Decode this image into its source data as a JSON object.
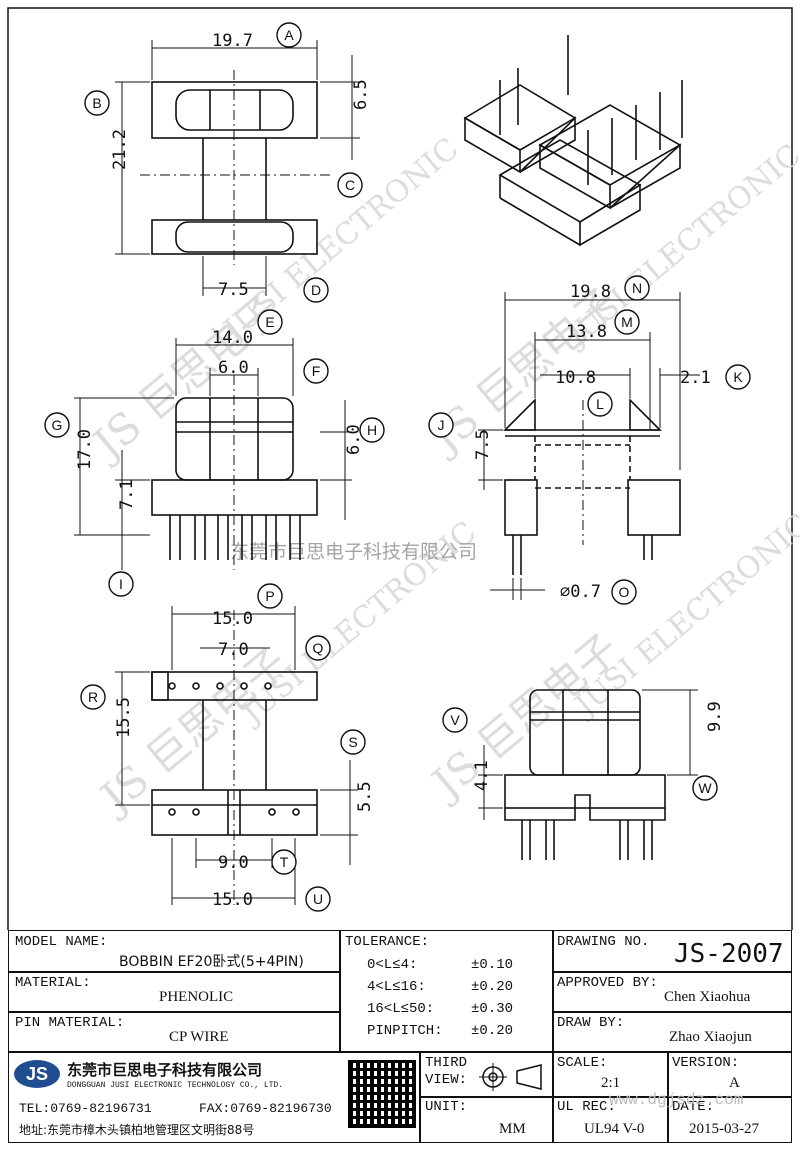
{
  "dimensions": {
    "A": "19.7",
    "B": "21.2",
    "C": "6.5",
    "D": "7.5",
    "E": "14.0",
    "F": "6.0",
    "G": "17.0",
    "H": "6.0",
    "I": "7.1",
    "N": "19.8",
    "M": "13.8",
    "L": "10.8",
    "K": "2.1",
    "J": "7.5",
    "O": "⌀0.7",
    "P": "15.0",
    "Q": "7.0",
    "R": "15.5",
    "S": "5.5",
    "T": "9.0",
    "U": "15.0",
    "V": "4.1",
    "W": "9.9"
  },
  "callouts": [
    "A",
    "B",
    "C",
    "D",
    "E",
    "F",
    "G",
    "H",
    "I",
    "J",
    "K",
    "L",
    "M",
    "N",
    "O",
    "P",
    "Q",
    "R",
    "S",
    "T",
    "U",
    "V",
    "W"
  ],
  "watermark": {
    "company_cn": "东莞市巨思电子科技有限公司",
    "brand": "JUSI ELECTRONIC",
    "logo": "JS"
  },
  "title_block": {
    "model_name_label": "MODEL NAME:",
    "model_name": "BOBBIN EF20卧式(5+4PIN)",
    "material_label": "MATERIAL:",
    "material": "PHENOLIC",
    "pin_material_label": "PIN MATERIAL:",
    "pin_material": "CP WIRE",
    "tolerance_label": "TOLERANCE:",
    "tolerance_rows": [
      {
        "range": "0<L≤4:",
        "tol": "±0.10"
      },
      {
        "range": "4<L≤16:",
        "tol": "±0.20"
      },
      {
        "range": "16<L≤50:",
        "tol": "±0.30"
      },
      {
        "range": "PINPITCH:",
        "tol": "±0.20"
      }
    ],
    "drawing_no_label": "DRAWING NO.",
    "drawing_no": "JS-2007",
    "approved_by_label": "APPROVED BY:",
    "approved_by": "Chen Xiaohua",
    "draw_by_label": "DRAW BY:",
    "draw_by": "Zhao Xiaojun",
    "company_cn": "东莞市巨思电子科技有限公司",
    "company_en": "DONGGUAN JUSI ELECTRONIC TECHNOLOGY CO., LTD.",
    "logo": "JS",
    "tel": "TEL:0769-82196731",
    "fax": "FAX:0769-82196730",
    "address": "地址:东莞市樟木头镇柏地管理区文明街88号",
    "third_view_label": "THIRD VIEW:",
    "unit_label": "UNIT:",
    "unit": "MM",
    "scale_label": "SCALE:",
    "scale": "2:1",
    "version_label": "VERSION:",
    "version": "A",
    "ul_rec_label": "UL REC:",
    "ul_rec": "UL94 V-0",
    "date_label": "DATE:",
    "date": "2015-03-27",
    "site_watermark": "www.dgjsdz.com"
  }
}
